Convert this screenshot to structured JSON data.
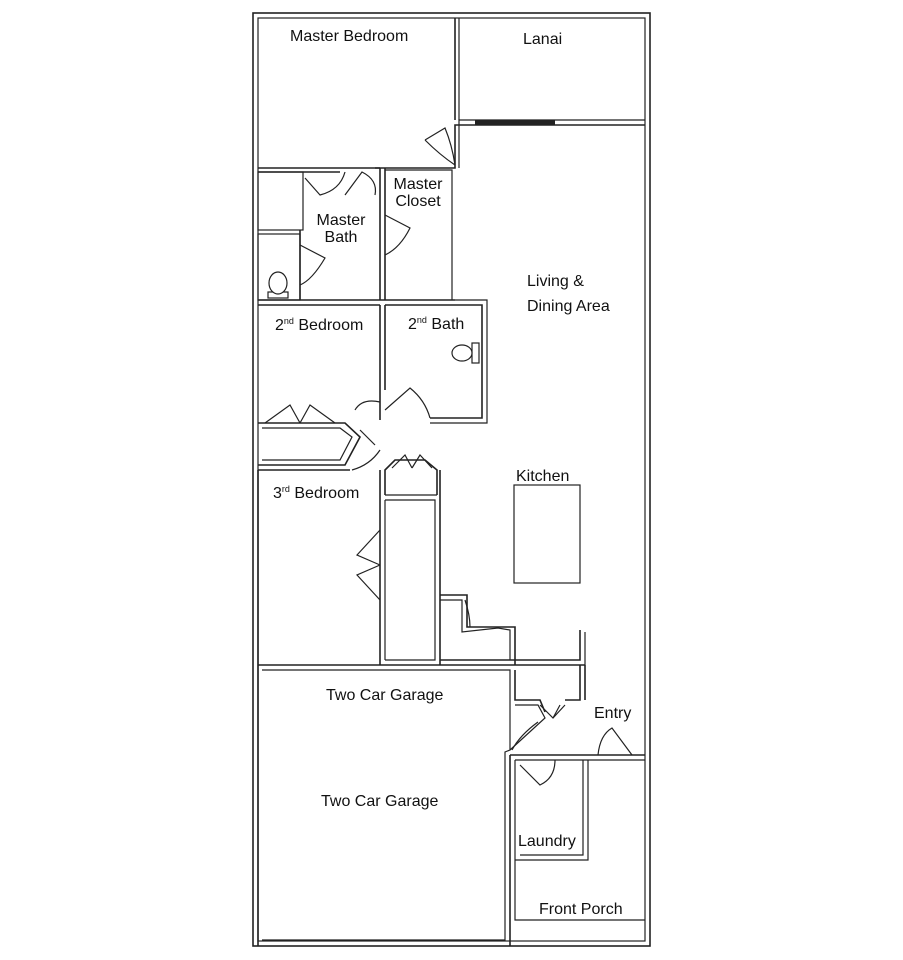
{
  "rooms": {
    "master_bedroom": "Master Bedroom",
    "lanai": "Lanai",
    "master_closet_1": "Master",
    "master_closet_2": "Closet",
    "master_bath_1": "Master",
    "master_bath_2": "Bath",
    "living_1": "Living &",
    "living_2": "Dining Area",
    "second_bedroom": {
      "num": "2",
      "sup": "nd",
      "rest": " Bedroom"
    },
    "second_bath": {
      "num": "2",
      "sup": "nd",
      "rest": " Bath"
    },
    "third_bedroom": {
      "num": "3",
      "sup": "rd",
      "rest": " Bedroom"
    },
    "kitchen": "Kitchen",
    "garage_top": "Two Car Garage",
    "garage_main": "Two Car Garage",
    "entry": "Entry",
    "laundry": "Laundry",
    "front_porch": "Front Porch"
  }
}
